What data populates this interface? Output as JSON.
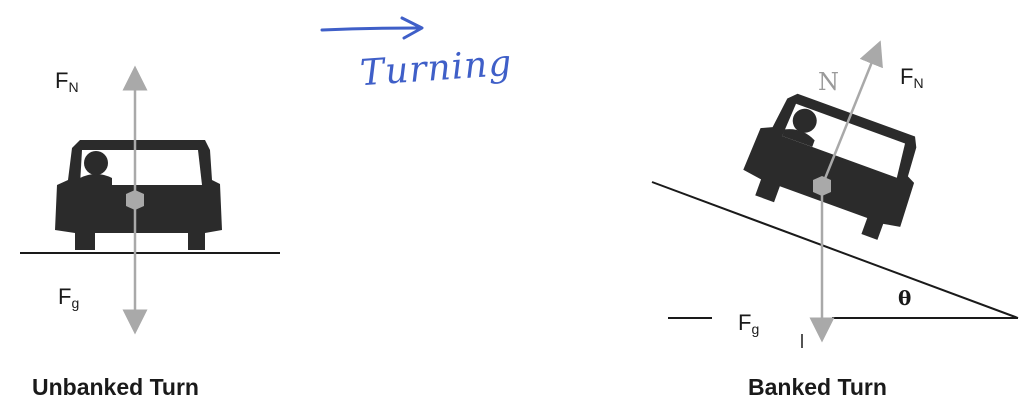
{
  "labels": {
    "fn_left_main": "F",
    "fn_left_sub": "N",
    "fg_left_main": "F",
    "fg_left_sub": "g",
    "fn_right_main": "F",
    "fn_right_sub": "N",
    "fg_right_main": "F",
    "fg_right_sub": "g",
    "n_right": "N",
    "theta": "θ"
  },
  "annotation": {
    "text": "Turning"
  },
  "captions": {
    "unbanked": "Unbanked Turn",
    "banked": "Banked Turn"
  },
  "colors": {
    "car": "#2b2b2b",
    "arrow_grey": "#a9a9a9",
    "ink_blue": "#3f5fc8",
    "line": "#1a1a1a",
    "n_grey": "#9a9a9a"
  },
  "icons": {
    "left_car": "car-rear-view-icon",
    "right_car": "car-rear-view-icon"
  }
}
